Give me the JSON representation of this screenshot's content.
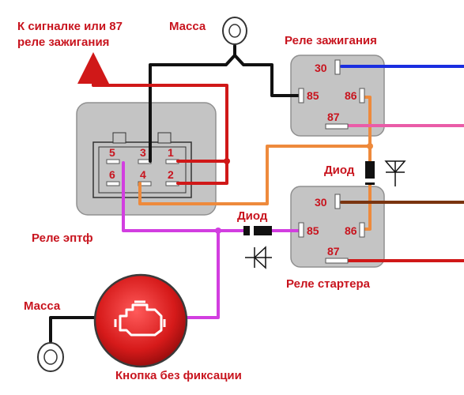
{
  "labels": {
    "signal_note_line1": "К сигналке или 87",
    "signal_note_line2": "реле зажигания",
    "ground_top": "Масса",
    "ignition_relay": "Реле зажигания",
    "diode_right": "Диод",
    "diode_middle": "Диод",
    "eptf_relay": "Реле эптф",
    "starter_relay": "Реле стартера",
    "ground_left": "Масса",
    "button": "Кнопка без фиксации"
  },
  "ignition_relay_pins": {
    "p30": "30",
    "p85": "85",
    "p86": "86",
    "p87": "87"
  },
  "starter_relay_pins": {
    "p30": "30",
    "p85": "85",
    "p86": "86",
    "p87": "87"
  },
  "eptf_pins": {
    "p1": "1",
    "p2": "2",
    "p3": "3",
    "p4": "4",
    "p5": "5",
    "p6": "6"
  },
  "colors": {
    "label_red": "#c8141e",
    "wire_black": "#111111",
    "wire_red": "#d01818",
    "wire_blue": "#1a2ee0",
    "wire_pink": "#ea5ca8",
    "wire_orange": "#ee8a3c",
    "wire_brown": "#7a3410",
    "wire_magenta": "#d23ee0",
    "relay_body": "#c4c4c4",
    "button_red": "#d61a1a"
  }
}
